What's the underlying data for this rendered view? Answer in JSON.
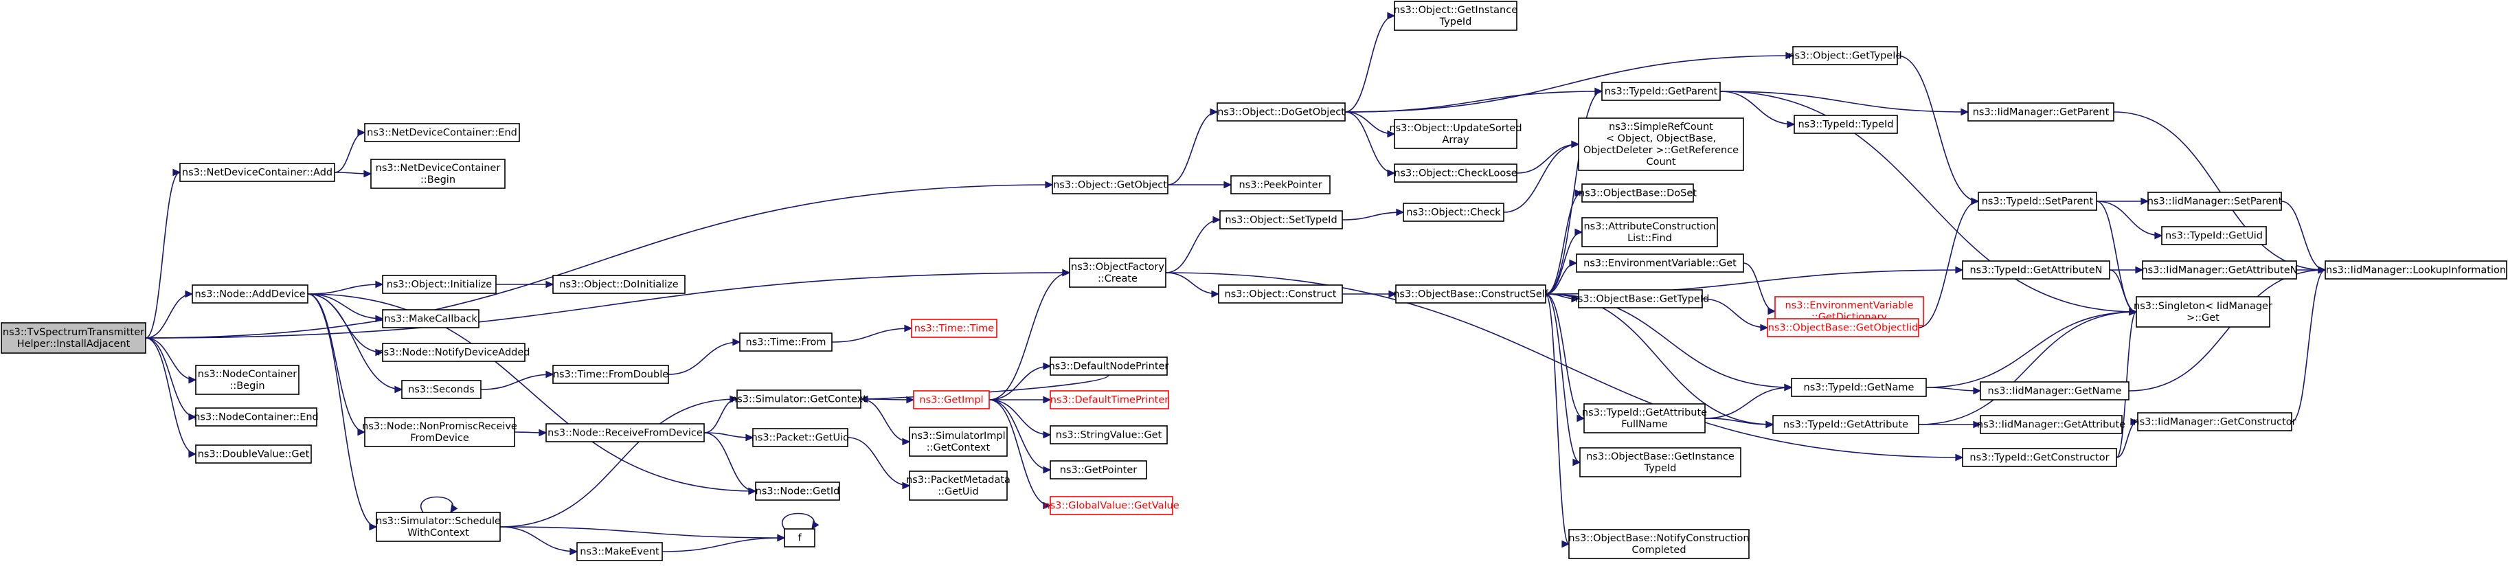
{
  "nodes": [
    {
      "id": "root",
      "lines": [
        "ns3::TvSpectrumTransmitter",
        "Helper::InstallAdjacent"
      ],
      "root": true
    },
    {
      "id": "ndc_add",
      "lines": [
        "ns3::NetDeviceContainer::Add"
      ]
    },
    {
      "id": "ndc_end",
      "lines": [
        "ns3::NetDeviceContainer::End"
      ]
    },
    {
      "id": "ndc_begin",
      "lines": [
        "ns3::NetDeviceContainer",
        "::Begin"
      ]
    },
    {
      "id": "node_adddevice",
      "lines": [
        "ns3::Node::AddDevice"
      ]
    },
    {
      "id": "nc_begin",
      "lines": [
        "ns3::NodeContainer",
        "::Begin"
      ]
    },
    {
      "id": "nc_end",
      "lines": [
        "ns3::NodeContainer::End"
      ]
    },
    {
      "id": "dv_get",
      "lines": [
        "ns3::DoubleValue::Get"
      ]
    },
    {
      "id": "obj_init",
      "lines": [
        "ns3::Object::Initialize"
      ]
    },
    {
      "id": "obj_doinit",
      "lines": [
        "ns3::Object::DoInitialize"
      ]
    },
    {
      "id": "makecallback",
      "lines": [
        "ns3::MakeCallback"
      ]
    },
    {
      "id": "notifydev",
      "lines": [
        "ns3::Node::NotifyDeviceAdded"
      ]
    },
    {
      "id": "seconds",
      "lines": [
        "ns3::Seconds"
      ]
    },
    {
      "id": "nonpromisc",
      "lines": [
        "ns3::Node::NonPromiscReceive",
        "FromDevice"
      ]
    },
    {
      "id": "sched",
      "lines": [
        "ns3::Simulator::Schedule",
        "WithContext"
      ]
    },
    {
      "id": "time_fromdouble",
      "lines": [
        "ns3::Time::FromDouble"
      ]
    },
    {
      "id": "time_from",
      "lines": [
        "ns3::Time::From"
      ]
    },
    {
      "id": "time_time",
      "lines": [
        "ns3::Time::Time"
      ],
      "red": true
    },
    {
      "id": "recvfromdev",
      "lines": [
        "ns3::Node::ReceiveFromDevice"
      ]
    },
    {
      "id": "sim_getcontext",
      "lines": [
        "ns3::Simulator::GetContext"
      ]
    },
    {
      "id": "packet_getuid",
      "lines": [
        "ns3::Packet::GetUid"
      ]
    },
    {
      "id": "node_getid",
      "lines": [
        "ns3::Node::GetId"
      ]
    },
    {
      "id": "makeevent",
      "lines": [
        "ns3::MakeEvent"
      ]
    },
    {
      "id": "f",
      "lines": [
        "f"
      ]
    },
    {
      "id": "getimpl",
      "lines": [
        "ns3::GetImpl"
      ],
      "red": true
    },
    {
      "id": "simimpl_getcontext",
      "lines": [
        "ns3::SimulatorImpl",
        "::GetContext"
      ]
    },
    {
      "id": "pm_getuid",
      "lines": [
        "ns3::PacketMetadata",
        "::GetUid"
      ]
    },
    {
      "id": "defnodeprinter",
      "lines": [
        "ns3::DefaultNodePrinter"
      ]
    },
    {
      "id": "deftimeprinter",
      "lines": [
        "ns3::DefaultTimePrinter"
      ],
      "red": true
    },
    {
      "id": "stringvalue_get",
      "lines": [
        "ns3::StringValue::Get"
      ]
    },
    {
      "id": "getpointer",
      "lines": [
        "ns3::GetPointer"
      ]
    },
    {
      "id": "globalvalue_get",
      "lines": [
        "ns3::GlobalValue::GetValue"
      ],
      "red": true
    },
    {
      "id": "obj_getobject",
      "lines": [
        "ns3::Object::GetObject"
      ]
    },
    {
      "id": "obj_dogetobject",
      "lines": [
        "ns3::Object::DoGetObject"
      ]
    },
    {
      "id": "peekpointer",
      "lines": [
        "ns3::PeekPointer"
      ]
    },
    {
      "id": "obj_getinstancetypeid",
      "lines": [
        "ns3::Object::GetInstance",
        "TypeId"
      ]
    },
    {
      "id": "obj_updatesorted",
      "lines": [
        "ns3::Object::UpdateSorted",
        "Array"
      ]
    },
    {
      "id": "obj_checkloose",
      "lines": [
        "ns3::Object::CheckLoose"
      ]
    },
    {
      "id": "obj_gettypeid",
      "lines": [
        "ns3::Object::GetTypeId"
      ]
    },
    {
      "id": "objfactory_create",
      "lines": [
        "ns3::ObjectFactory",
        "::Create"
      ]
    },
    {
      "id": "obj_settypeid",
      "lines": [
        "ns3::Object::SetTypeId"
      ]
    },
    {
      "id": "obj_check",
      "lines": [
        "ns3::Object::Check"
      ]
    },
    {
      "id": "obj_construct",
      "lines": [
        "ns3::Object::Construct"
      ]
    },
    {
      "id": "ob_constructself",
      "lines": [
        "ns3::ObjectBase::ConstructSelf"
      ]
    },
    {
      "id": "tid_getparent",
      "lines": [
        "ns3::TypeId::GetParent"
      ]
    },
    {
      "id": "srefcount",
      "lines": [
        "ns3::SimpleRefCount",
        "< Object, ObjectBase,",
        "ObjectDeleter >::GetReference",
        "Count"
      ]
    },
    {
      "id": "tid_typeid",
      "lines": [
        "ns3::TypeId::TypeId"
      ]
    },
    {
      "id": "ob_doset",
      "lines": [
        "ns3::ObjectBase::DoSet"
      ]
    },
    {
      "id": "acl_find",
      "lines": [
        "ns3::AttributeConstruction",
        "List::Find"
      ]
    },
    {
      "id": "envvar_get",
      "lines": [
        "ns3::EnvironmentVariable::Get"
      ]
    },
    {
      "id": "envvar_getdict",
      "lines": [
        "ns3::EnvironmentVariable",
        "::GetDictionary"
      ],
      "red": true
    },
    {
      "id": "ob_gettypeid",
      "lines": [
        "ns3::ObjectBase::GetTypeId"
      ]
    },
    {
      "id": "ob_getobjectiid",
      "lines": [
        "ns3::ObjectBase::GetObjectIid"
      ],
      "red": true
    },
    {
      "id": "tid_getattrfullname",
      "lines": [
        "ns3::TypeId::GetAttribute",
        "FullName"
      ]
    },
    {
      "id": "tid_getname",
      "lines": [
        "ns3::TypeId::GetName"
      ]
    },
    {
      "id": "tid_getattribute",
      "lines": [
        "ns3::TypeId::GetAttribute"
      ]
    },
    {
      "id": "ob_getinstancetypeid",
      "lines": [
        "ns3::ObjectBase::GetInstance",
        "TypeId"
      ]
    },
    {
      "id": "ob_notifyconstruction",
      "lines": [
        "ns3::ObjectBase::NotifyConstruction",
        "Completed"
      ]
    },
    {
      "id": "iidmgr_getparent",
      "lines": [
        "ns3::IidManager::GetParent"
      ]
    },
    {
      "id": "tid_setparent",
      "lines": [
        "ns3::TypeId::SetParent"
      ]
    },
    {
      "id": "tid_getattributen",
      "lines": [
        "ns3::TypeId::GetAttributeN"
      ]
    },
    {
      "id": "iidmgr_setparent",
      "lines": [
        "ns3::IidManager::SetParent"
      ]
    },
    {
      "id": "tid_getuid",
      "lines": [
        "ns3::TypeId::GetUid"
      ]
    },
    {
      "id": "iidmgr_getattributen",
      "lines": [
        "ns3::IidManager::GetAttributeN"
      ]
    },
    {
      "id": "singleton_get",
      "lines": [
        "ns3::Singleton< IidManager",
        " >::Get"
      ]
    },
    {
      "id": "iidmgr_lookup",
      "lines": [
        "ns3::IidManager::LookupInformation"
      ]
    },
    {
      "id": "iidmgr_getname",
      "lines": [
        "ns3::IidManager::GetName"
      ]
    },
    {
      "id": "iidmgr_getattribute",
      "lines": [
        "ns3::IidManager::GetAttribute"
      ]
    },
    {
      "id": "tid_getconstructor",
      "lines": [
        "ns3::TypeId::GetConstructor"
      ]
    },
    {
      "id": "iidmgr_getconstructor",
      "lines": [
        "ns3::IidManager::GetConstructor"
      ]
    }
  ],
  "edges": [
    [
      "root",
      "ndc_add"
    ],
    [
      "root",
      "node_adddevice"
    ],
    [
      "root",
      "nc_begin"
    ],
    [
      "root",
      "nc_end"
    ],
    [
      "root",
      "dv_get"
    ],
    [
      "root",
      "obj_getobject"
    ],
    [
      "root",
      "objfactory_create"
    ],
    [
      "ndc_add",
      "ndc_end"
    ],
    [
      "ndc_add",
      "ndc_begin"
    ],
    [
      "node_adddevice",
      "obj_init"
    ],
    [
      "node_adddevice",
      "makecallback"
    ],
    [
      "node_adddevice",
      "notifydev"
    ],
    [
      "node_adddevice",
      "seconds"
    ],
    [
      "node_adddevice",
      "nonpromisc"
    ],
    [
      "node_adddevice",
      "node_getid"
    ],
    [
      "node_adddevice",
      "sched"
    ],
    [
      "obj_init",
      "obj_doinit"
    ],
    [
      "seconds",
      "time_fromdouble"
    ],
    [
      "time_fromdouble",
      "time_from"
    ],
    [
      "time_from",
      "time_time"
    ],
    [
      "nonpromisc",
      "recvfromdev"
    ],
    [
      "recvfromdev",
      "sim_getcontext"
    ],
    [
      "recvfromdev",
      "packet_getuid"
    ],
    [
      "recvfromdev",
      "node_getid"
    ],
    [
      "sched",
      "sim_getcontext"
    ],
    [
      "sched",
      "makeevent"
    ],
    [
      "sched",
      "f"
    ],
    [
      "sched",
      "sched"
    ],
    [
      "makeevent",
      "f"
    ],
    [
      "f",
      "f"
    ],
    [
      "sim_getcontext",
      "getimpl"
    ],
    [
      "sim_getcontext",
      "simimpl_getcontext"
    ],
    [
      "packet_getuid",
      "pm_getuid"
    ],
    [
      "getimpl",
      "objfactory_create"
    ],
    [
      "getimpl",
      "defnodeprinter"
    ],
    [
      "getimpl",
      "deftimeprinter"
    ],
    [
      "getimpl",
      "stringvalue_get"
    ],
    [
      "getimpl",
      "getpointer"
    ],
    [
      "getimpl",
      "globalvalue_get"
    ],
    [
      "defnodeprinter",
      "sim_getcontext"
    ],
    [
      "obj_getobject",
      "obj_dogetobject"
    ],
    [
      "obj_getobject",
      "peekpointer"
    ],
    [
      "obj_dogetobject",
      "obj_getinstancetypeid"
    ],
    [
      "obj_dogetobject",
      "obj_updatesorted"
    ],
    [
      "obj_dogetobject",
      "obj_checkloose"
    ],
    [
      "obj_dogetobject",
      "tid_getparent"
    ],
    [
      "obj_dogetobject",
      "obj_gettypeid"
    ],
    [
      "obj_checkloose",
      "srefcount"
    ],
    [
      "objfactory_create",
      "obj_settypeid"
    ],
    [
      "objfactory_create",
      "obj_construct"
    ],
    [
      "objfactory_create",
      "tid_getconstructor"
    ],
    [
      "obj_settypeid",
      "obj_check"
    ],
    [
      "obj_check",
      "srefcount"
    ],
    [
      "obj_construct",
      "ob_constructself"
    ],
    [
      "ob_constructself",
      "tid_getparent"
    ],
    [
      "ob_constructself",
      "ob_doset"
    ],
    [
      "ob_constructself",
      "acl_find"
    ],
    [
      "ob_constructself",
      "envvar_get"
    ],
    [
      "ob_constructself",
      "ob_gettypeid"
    ],
    [
      "ob_constructself",
      "tid_getattrfullname"
    ],
    [
      "ob_constructself",
      "tid_getname"
    ],
    [
      "ob_constructself",
      "tid_getattribute"
    ],
    [
      "ob_constructself",
      "ob_getinstancetypeid"
    ],
    [
      "ob_constructself",
      "ob_notifyconstruction"
    ],
    [
      "ob_constructself",
      "tid_getattributen"
    ],
    [
      "envvar_get",
      "envvar_getdict"
    ],
    [
      "ob_gettypeid",
      "ob_getobjectiid"
    ],
    [
      "ob_getobjectiid",
      "tid_setparent"
    ],
    [
      "tid_getattrfullname",
      "tid_getname"
    ],
    [
      "tid_getattrfullname",
      "tid_getattribute"
    ],
    [
      "tid_getparent",
      "tid_typeid"
    ],
    [
      "tid_getparent",
      "iidmgr_getparent"
    ],
    [
      "tid_getparent",
      "singleton_get"
    ],
    [
      "obj_gettypeid",
      "tid_setparent"
    ],
    [
      "tid_setparent",
      "iidmgr_setparent"
    ],
    [
      "tid_setparent",
      "tid_getuid"
    ],
    [
      "tid_setparent",
      "singleton_get"
    ],
    [
      "tid_getattributen",
      "iidmgr_getattributen"
    ],
    [
      "tid_getattributen",
      "singleton_get"
    ],
    [
      "tid_getname",
      "iidmgr_getname"
    ],
    [
      "tid_getname",
      "singleton_get"
    ],
    [
      "tid_getattribute",
      "iidmgr_getattribute"
    ],
    [
      "tid_getattribute",
      "singleton_get"
    ],
    [
      "tid_getconstructor",
      "iidmgr_getconstructor"
    ],
    [
      "tid_getconstructor",
      "singleton_get"
    ],
    [
      "iidmgr_getparent",
      "iidmgr_lookup"
    ],
    [
      "iidmgr_setparent",
      "iidmgr_lookup"
    ],
    [
      "iidmgr_getattributen",
      "iidmgr_lookup"
    ],
    [
      "iidmgr_getname",
      "iidmgr_lookup"
    ],
    [
      "iidmgr_getconstructor",
      "iidmgr_lookup"
    ]
  ]
}
